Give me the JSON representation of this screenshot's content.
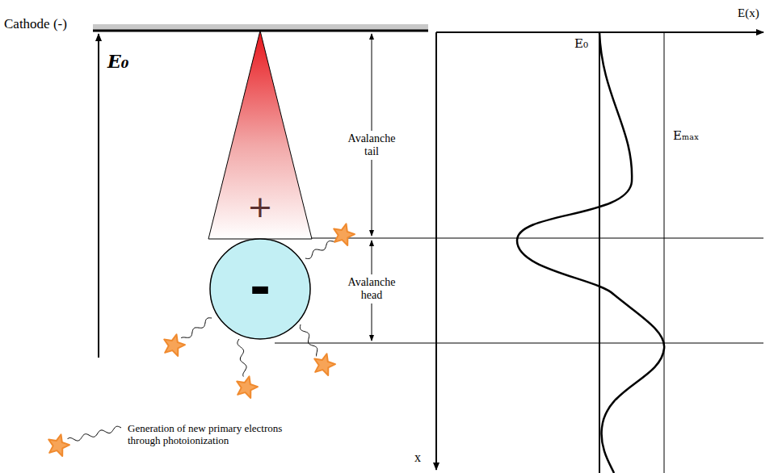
{
  "diagram": {
    "nodes": [
      {
        "text": [
          "+"
        ]
      },
      {
        "text": [
          "-"
        ]
      }
    ],
    "labels": [
      "Cathode (-)",
      "E₀",
      "Avalanche tail",
      "Avalanche head",
      "E(x)",
      "E₀",
      "Eₘₐₓ",
      "x"
    ],
    "legend": [
      {
        "text": "Generation of new primary electrons through photoionization"
      }
    ]
  }
}
